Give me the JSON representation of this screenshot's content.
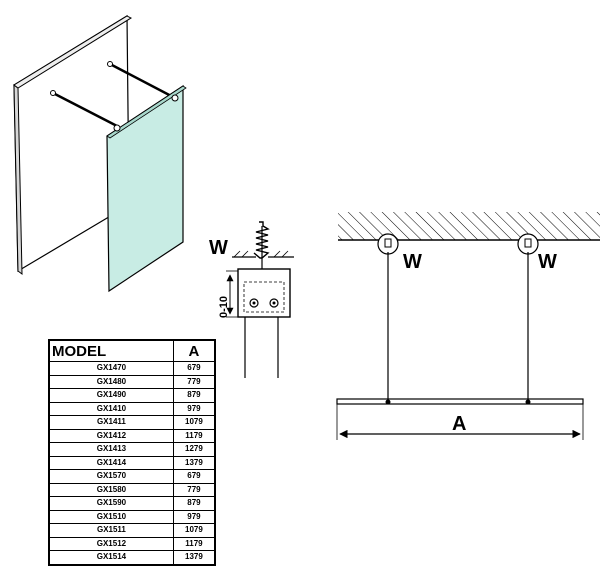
{
  "labels": {
    "w_detail": "W",
    "w_left": "W",
    "w_right": "W",
    "dim_a": "A",
    "adjust_range": "0-10"
  },
  "table": {
    "headers": [
      "MODEL",
      "A"
    ],
    "rows": [
      [
        "GX1470",
        "679"
      ],
      [
        "GX1480",
        "779"
      ],
      [
        "GX1490",
        "879"
      ],
      [
        "GX1410",
        "979"
      ],
      [
        "GX1411",
        "1079"
      ],
      [
        "GX1412",
        "1179"
      ],
      [
        "GX1413",
        "1279"
      ],
      [
        "GX1414",
        "1379"
      ],
      [
        "GX1570",
        "679"
      ],
      [
        "GX1580",
        "779"
      ],
      [
        "GX1590",
        "879"
      ],
      [
        "GX1510",
        "979"
      ],
      [
        "GX1511",
        "1079"
      ],
      [
        "GX1512",
        "1179"
      ],
      [
        "GX1514",
        "1379"
      ]
    ]
  },
  "colors": {
    "glass": "#c8ece4",
    "wall_front": "#ffffff",
    "wall_side": "#d8d8d8",
    "line": "#000000"
  }
}
